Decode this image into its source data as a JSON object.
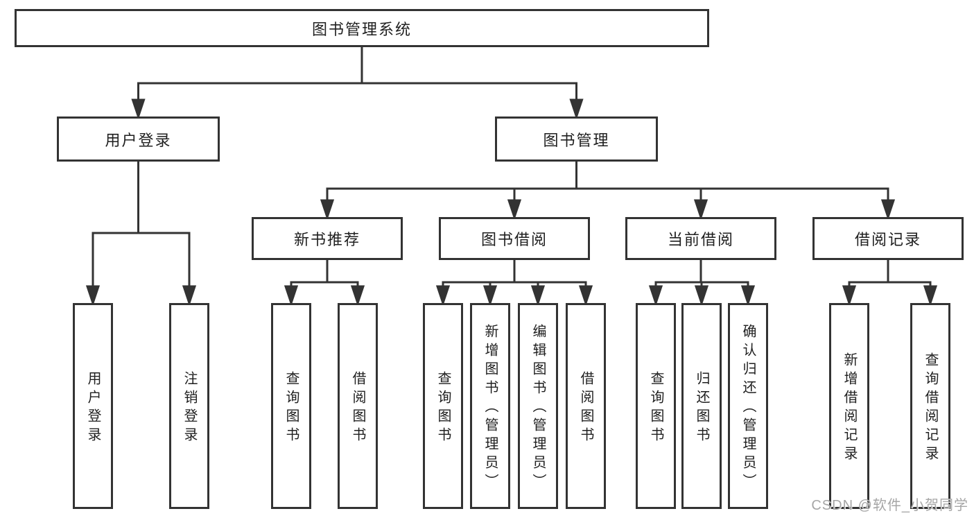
{
  "diagram": {
    "root": {
      "label": "图书管理系统"
    },
    "user_branch": {
      "label": "用户登录",
      "children": [
        "用户登录",
        "注销登录"
      ]
    },
    "management_branch": {
      "label": "图书管理",
      "modules": [
        {
          "label": "新书推荐",
          "children": [
            "查询图书",
            "借阅图书"
          ]
        },
        {
          "label": "图书借阅",
          "children": [
            "查询图书",
            "新增图书（管理员）",
            "编辑图书（管理员）",
            "借阅图书"
          ]
        },
        {
          "label": "当前借阅",
          "children": [
            "查询图书",
            "归还图书",
            "确认归还（管理员）"
          ]
        },
        {
          "label": "借阅记录",
          "children": [
            "新增借阅记录",
            "查询借阅记录"
          ]
        }
      ]
    },
    "watermark": "CSDN @软件_小贺同学",
    "colors": {
      "line": "#333333",
      "box_border": "#333333",
      "text": "#1f1f1f",
      "watermark": "#a6a6a6",
      "background": "#ffffff"
    }
  }
}
